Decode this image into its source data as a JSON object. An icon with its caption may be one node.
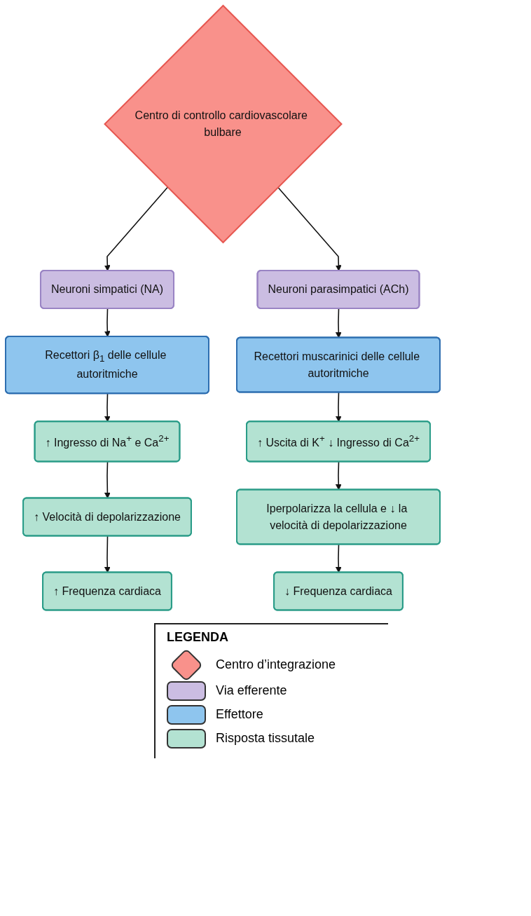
{
  "diagram": {
    "nodes": [
      {
        "text": [
          "Centro di controllo cardiovascolare bulbare"
        ]
      },
      {
        "text": [
          "Neuroni simpatici (NA)"
        ]
      },
      {
        "text": [
          "Neuroni parasimpatici (ACh)"
        ]
      },
      {
        "text": [
          "Recettori β$_{1}$ delle cellule autoritmiche"
        ]
      },
      {
        "text": [
          "Recettori muscarinici delle cellule autoritmiche"
        ]
      },
      {
        "text": [
          "↑ Ingresso di Na$^{+}$ e Ca$^{2+}$"
        ]
      },
      {
        "text": [
          "↑ Uscita di K$^{+}$ ↓ Ingresso di Ca$^{2+}$"
        ]
      },
      {
        "text": [
          "↑ Velocità di depolarizzazione"
        ]
      },
      {
        "text": [
          "Iperpolarizza la cellula e ↓ la velocità di depolarizzazione"
        ]
      },
      {
        "text": [
          "↑ Frequenza cardiaca"
        ]
      },
      {
        "text": [
          "↓ Frequenza cardiaca"
        ]
      }
    ],
    "edges": [
      {
        "from": 0,
        "to": 1,
        "arrow": "to"
      },
      {
        "from": 0,
        "to": 2,
        "arrow": "to"
      },
      {
        "from": 1,
        "to": 3,
        "arrow": "to"
      },
      {
        "from": 2,
        "to": 4,
        "arrow": "to"
      },
      {
        "from": 3,
        "to": 5,
        "arrow": "to"
      },
      {
        "from": 4,
        "to": 6,
        "arrow": "to"
      },
      {
        "from": 5,
        "to": 7,
        "arrow": "to"
      },
      {
        "from": 6,
        "to": 8,
        "arrow": "to"
      },
      {
        "from": 7,
        "to": 9,
        "arrow": "to"
      },
      {
        "from": 8,
        "to": 10,
        "arrow": "to"
      }
    ],
    "labels": [
      "LEGENDA"
    ],
    "legend": [
      {
        "text": "Centro d’integrazione",
        "color": "#f9918b"
      },
      {
        "text": "Via efferente",
        "color": "#cbbde2"
      },
      {
        "text": "Effettore",
        "color": "#8ec5ee"
      },
      {
        "text": "Risposta tissutale",
        "color": "#b3e2d2"
      }
    ]
  }
}
